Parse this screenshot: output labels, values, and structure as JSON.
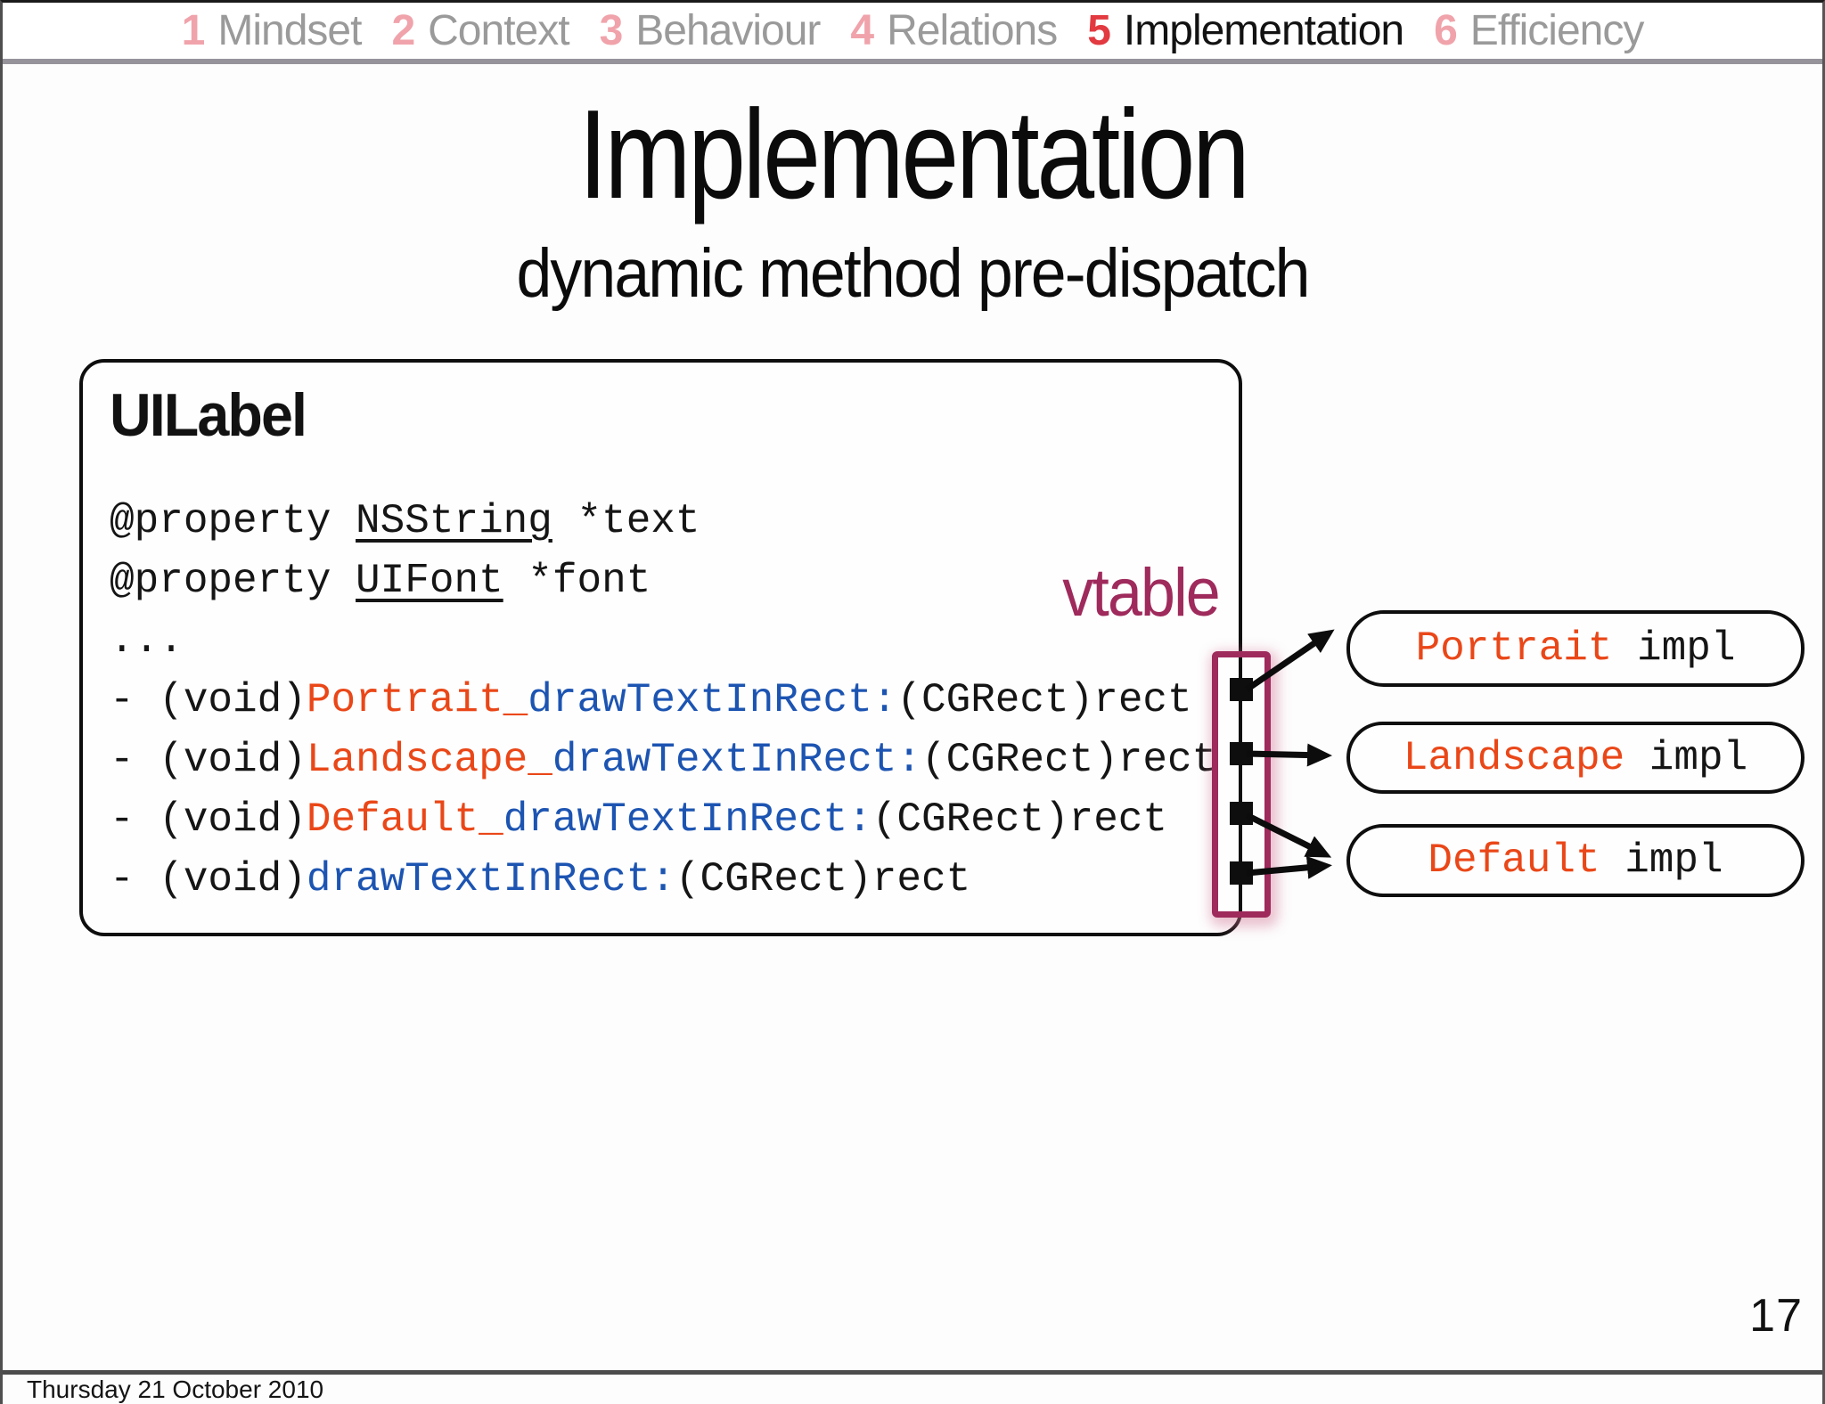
{
  "nav": {
    "items": [
      {
        "number": "1",
        "label": "Mindset",
        "active": false
      },
      {
        "number": "2",
        "label": "Context",
        "active": false
      },
      {
        "number": "3",
        "label": "Behaviour",
        "active": false
      },
      {
        "number": "4",
        "label": "Relations",
        "active": false
      },
      {
        "number": "5",
        "label": "Implementation",
        "active": true
      },
      {
        "number": "6",
        "label": "Efficiency",
        "active": false
      }
    ]
  },
  "slide": {
    "title": "Implementation",
    "subtitle": "dynamic method pre-dispatch",
    "class_box": {
      "heading": "UILabel",
      "code_lines": [
        {
          "segments": [
            {
              "t": "@property ",
              "s": "plain"
            },
            {
              "t": "NSString",
              "s": "underline"
            },
            {
              "t": " *text",
              "s": "plain"
            }
          ]
        },
        {
          "segments": [
            {
              "t": "@property ",
              "s": "plain"
            },
            {
              "t": "UIFont",
              "s": "underline"
            },
            {
              "t": " *font",
              "s": "plain"
            }
          ]
        },
        {
          "segments": [
            {
              "t": "...",
              "s": "plain"
            }
          ]
        },
        {
          "segments": [
            {
              "t": "- (void)",
              "s": "plain"
            },
            {
              "t": "Portrait_",
              "s": "orange"
            },
            {
              "t": "drawTextInRect:",
              "s": "blue"
            },
            {
              "t": "(CGRect)rect",
              "s": "plain"
            }
          ]
        },
        {
          "segments": [
            {
              "t": "- (void)",
              "s": "plain"
            },
            {
              "t": "Landscape_",
              "s": "orange"
            },
            {
              "t": "drawTextInRect:",
              "s": "blue"
            },
            {
              "t": "(CGRect)rect",
              "s": "plain"
            }
          ]
        },
        {
          "segments": [
            {
              "t": "- (void)",
              "s": "plain"
            },
            {
              "t": "Default_",
              "s": "orange"
            },
            {
              "t": "drawTextInRect:",
              "s": "blue"
            },
            {
              "t": "(CGRect)rect",
              "s": "plain"
            }
          ]
        },
        {
          "segments": [
            {
              "t": "- (void)",
              "s": "plain"
            },
            {
              "t": "drawTextInRect:",
              "s": "blue"
            },
            {
              "t": "(CGRect)rect",
              "s": "plain"
            }
          ]
        }
      ]
    },
    "vtable": {
      "label": "vtable",
      "slot_count": 4
    },
    "impl_boxes": [
      {
        "key": "portrait",
        "name": "Portrait",
        "suffix": " impl"
      },
      {
        "key": "landscape",
        "name": "Landscape",
        "suffix": " impl"
      },
      {
        "key": "default",
        "name": "Default",
        "suffix": " impl"
      }
    ],
    "page_number": "17"
  },
  "footer": {
    "date": "Thursday 21 October 2010"
  },
  "colors": {
    "nav_number_inactive": "#f0a3ab",
    "nav_number_active": "#e23a40",
    "nav_label_inactive": "#9a9a9a",
    "nav_label_active": "#121212",
    "nav_rule": "#97939b",
    "vtable_accent": "#9f2a5c",
    "code_orange": "#ea4718",
    "code_blue": "#1c54b2",
    "code_plain": "#151515"
  }
}
